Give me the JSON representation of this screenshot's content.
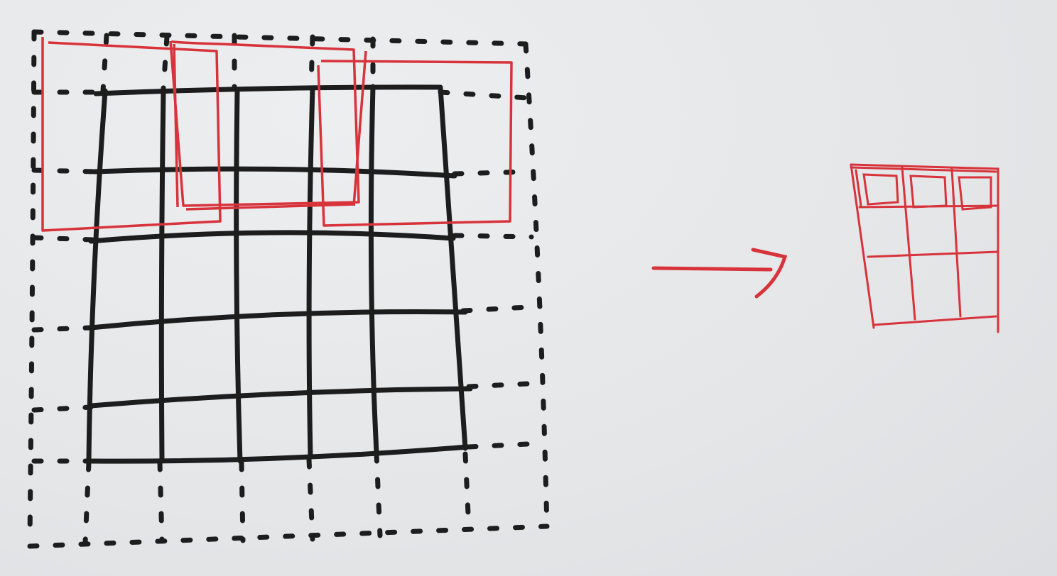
{
  "diagram": {
    "description_visible_text": [],
    "colors": {
      "paper": "#e6e7e9",
      "ink_black": "#1c1d1c",
      "ink_red": "#d8333b"
    },
    "input_grid": {
      "rows": 5,
      "cols": 5,
      "padding_ring": "dashed"
    },
    "kernel_windows": {
      "count": 3,
      "size": "3x3"
    },
    "arrow": {
      "direction": "right",
      "color": "#d8333b"
    },
    "output_grid": {
      "rows": 3,
      "cols": 3
    }
  }
}
